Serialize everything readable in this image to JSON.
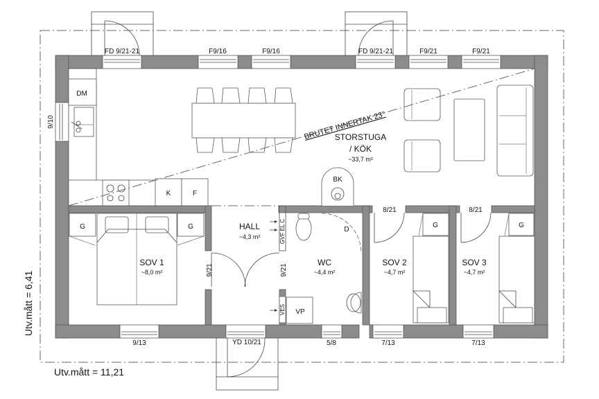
{
  "plan": {
    "dimensions": {
      "width_label": "Utv.mått = 11,21",
      "height_label": "Utv.mått = 6,41"
    },
    "ceiling_note": "BRUTET INNERTAK 23°",
    "rooms": [
      {
        "id": "storstuga",
        "name_line1": "STORSTUGA",
        "name_line2": "/ KÖK",
        "area": "~33,7 m²"
      },
      {
        "id": "hall",
        "name": "HALL",
        "area": "~4,3 m²"
      },
      {
        "id": "sov1",
        "name": "SOV 1",
        "area": "~8,0 m²"
      },
      {
        "id": "wc",
        "name": "WC",
        "area": "~4,4 m²"
      },
      {
        "id": "sov2",
        "name": "SOV 2",
        "area": "~4,7 m²"
      },
      {
        "id": "sov3",
        "name": "SOV 3",
        "area": "~4,7 m²"
      }
    ],
    "openings": {
      "top": [
        "FD 9/21-21",
        "F9/16",
        "F9/16",
        "FD 9/21-21",
        "F9/21",
        "F9/21"
      ],
      "left": "9/10",
      "bottom": [
        "9/13",
        "YD 10/21",
        "5/8",
        "7/13",
        "7/13"
      ],
      "interior": {
        "sov1_door": "9/21",
        "wc_door": "9/21",
        "sov2_door": "8/21",
        "sov3_door": "8/21"
      }
    },
    "fixtures": {
      "dishwasher": "DM",
      "fridge": "K",
      "freezer": "F",
      "stove": "BK",
      "wardrobe": "G",
      "shower": "D",
      "water_heater": "VP",
      "panel_top": "GVF EL C",
      "panel_bottom": "VES"
    },
    "colors": {
      "wall_fill": "#8c8c8c",
      "line": "#444444",
      "background": "#ffffff"
    }
  }
}
